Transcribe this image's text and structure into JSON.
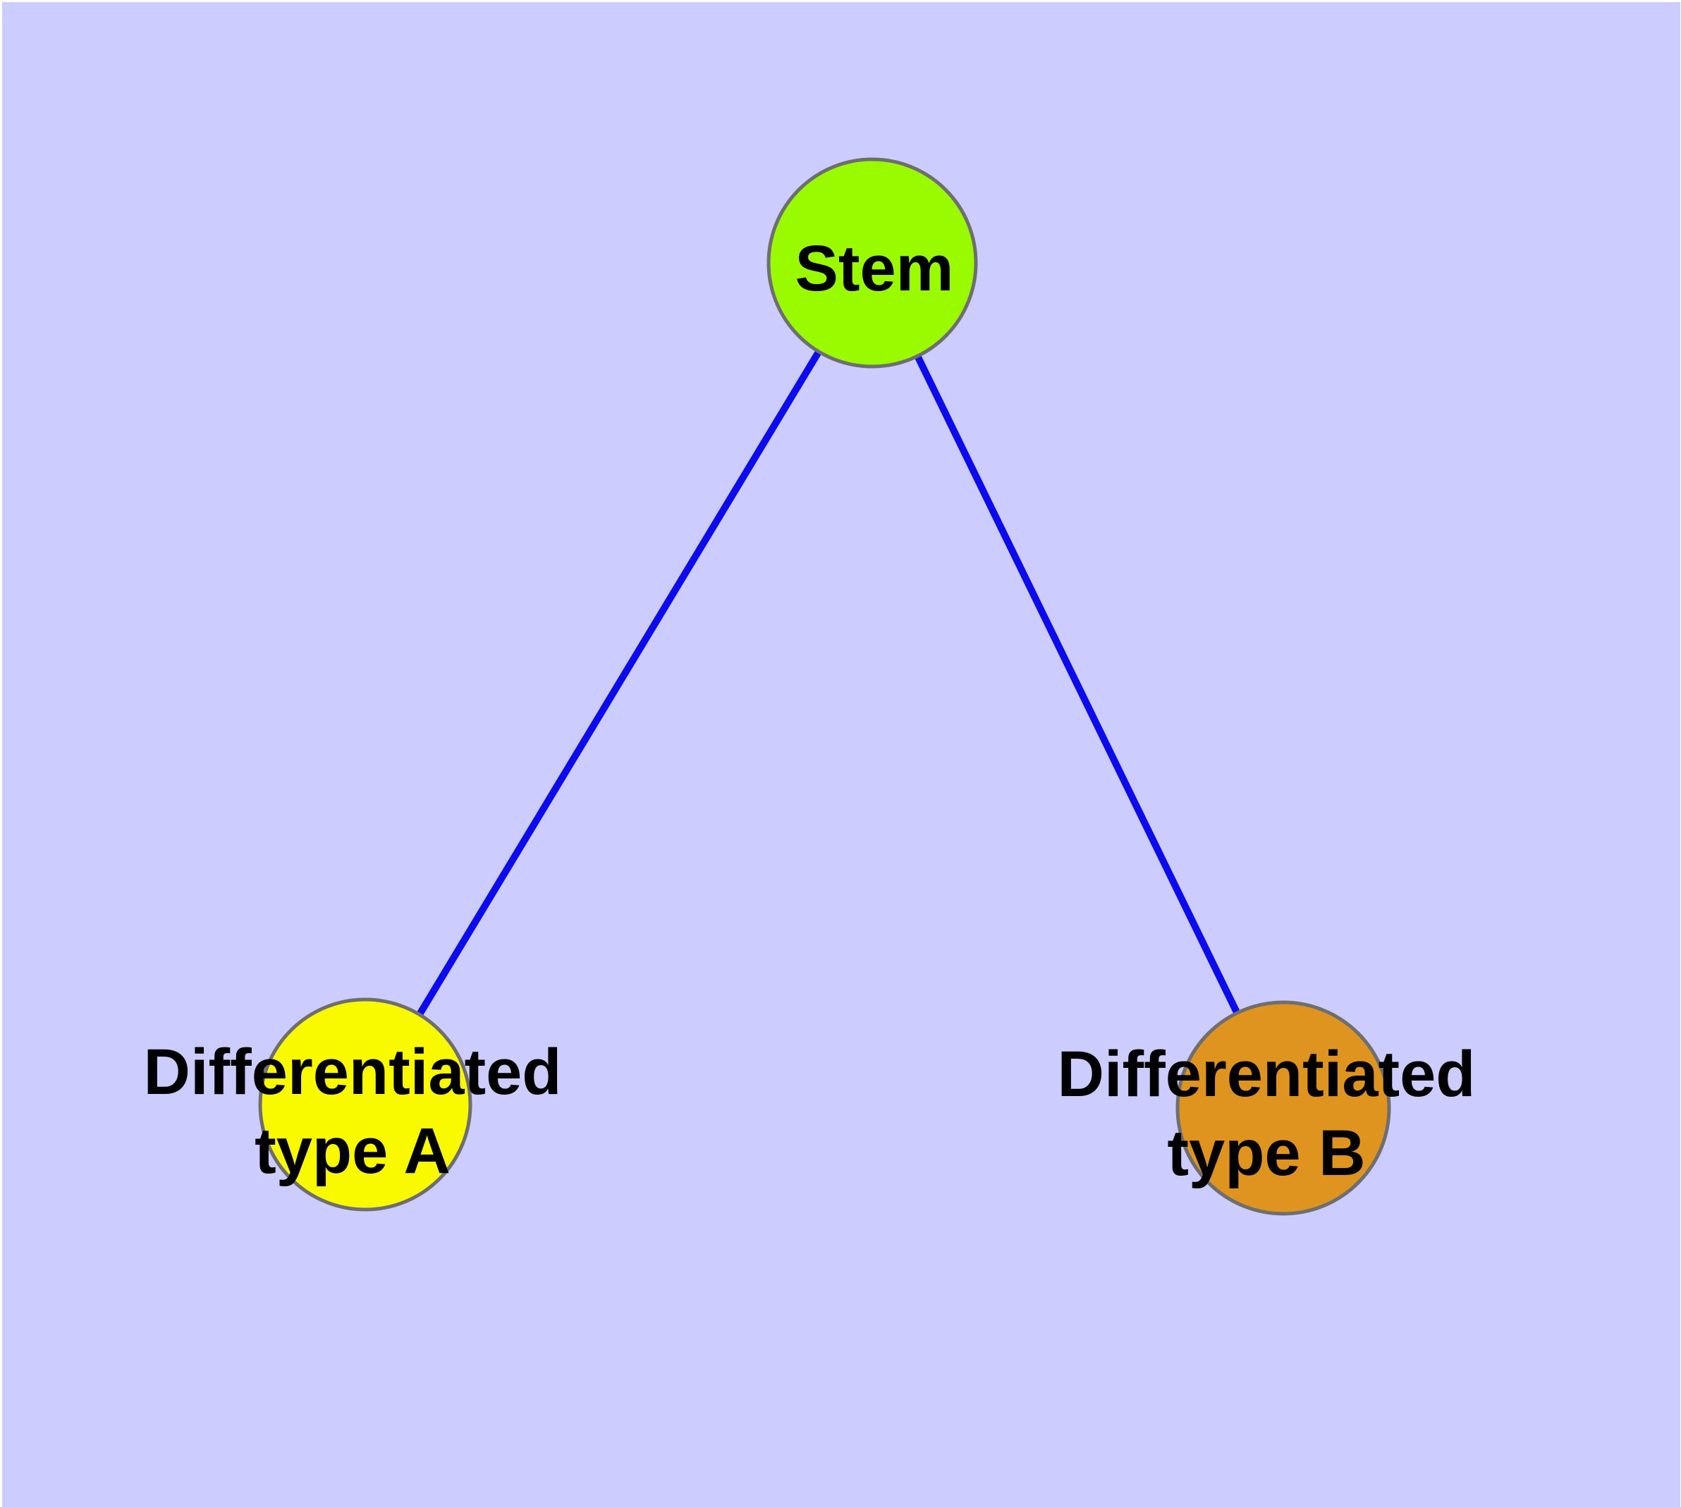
{
  "background_color": "#CCCCFF",
  "frame_color": "#FFFFFF",
  "edges": {
    "color": "#0B0BEE",
    "connections": [
      {
        "from": "Stem",
        "to": "Differentiated type A"
      },
      {
        "from": "Stem",
        "to": "Differentiated type B"
      }
    ]
  },
  "nodes": {
    "stem": {
      "label": "Stem",
      "fill": "#9AFB00",
      "border": "#6E6E6E"
    },
    "type_a": {
      "label_line1": "Differentiated",
      "label_line2": "type A",
      "fill": "#F9F900",
      "border": "#6E6E6E"
    },
    "type_b": {
      "label_line1": "Differentiated",
      "label_line2": "type B",
      "fill": "#E09420",
      "border": "#6E6E6E"
    }
  }
}
